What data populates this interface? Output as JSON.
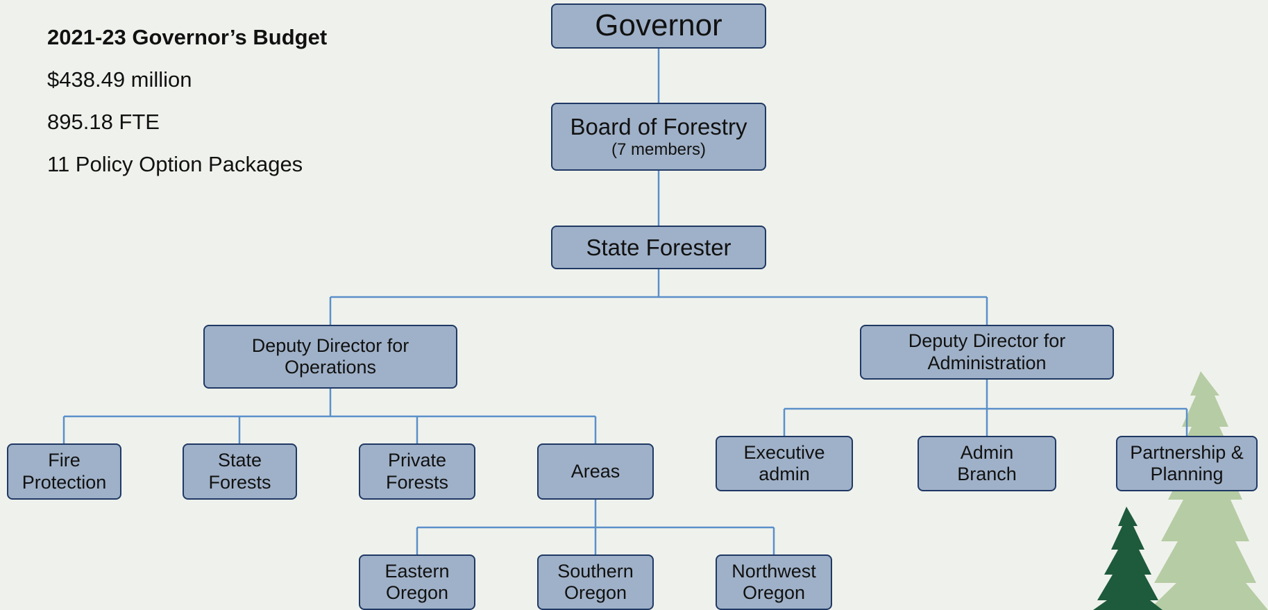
{
  "summary": {
    "title": "2021-23 Governor’s Budget",
    "amount": "$438.49 million",
    "fte": "895.18 FTE",
    "packages": "11 Policy Option Packages"
  },
  "org": {
    "governor": "Governor",
    "board": {
      "name": "Board of Forestry",
      "sub": "(7 members)"
    },
    "forester": "State Forester",
    "deputy_ops": "Deputy Director for Operations",
    "deputy_admin": "Deputy Director for Administration",
    "fire": "Fire Protection",
    "state_forests": "State Forests",
    "private_forests": "Private Forests",
    "areas": "Areas",
    "eastern": "Eastern Oregon",
    "southern": "Southern Oregon",
    "northwest": "Northwest Oregon",
    "exec_admin": "Executive admin",
    "admin_branch": "Admin Branch",
    "partnership": "Partnership & Planning"
  },
  "colors": {
    "box_fill": "#9fb1c8",
    "box_border": "#1f3864",
    "connector": "#5b8fc9",
    "background": "#eff2ec",
    "tree_dark": "#1e5a3c",
    "tree_light": "#b6cca4"
  },
  "icons": {
    "decoration": "pine-tree-icon"
  }
}
